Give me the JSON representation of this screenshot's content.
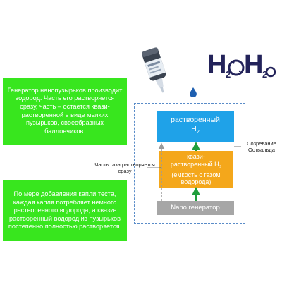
{
  "callouts": {
    "top": "Генератор нанопузырьков производит водород. Часть его растворяется сразу, часть – остается квази-растворенной в виде мелких пузырьков, своеобразных баллончиков.",
    "bottom": "По мере добавления капли теста, каждая капля потребляет немного растворенного водорода, а квази-растворенный водород из пузырьков постепенно полностью растворяется."
  },
  "blocks": {
    "dissolved_text": "растворенный",
    "dissolved_h": "H",
    "dissolved_sub": "2",
    "quasi_line1": "квази-",
    "quasi_line2_text": "растворенный H",
    "quasi_sub": "2",
    "quasi_line3": "(емкость с газом водорода)",
    "nano": "Nano генератор"
  },
  "labels": {
    "left": "Часть газа растворяется сразу",
    "right": "Созревание Оствальда"
  },
  "logo": {
    "h_left": "H",
    "sub_left": "2",
    "h_right": "H",
    "sub_right": "2"
  },
  "colors": {
    "green_box": "#38e61e",
    "dissolved_block": "#1fa2e8",
    "quasi_block": "#f4a71b",
    "nano_block": "#a6a6a6",
    "arrow_green": "#1f9e3c",
    "dashed_border": "#5a8cc8",
    "logo_navy": "#23235a"
  },
  "icons": [
    "dropper-bottle-icon",
    "water-drop-icon",
    "h2-logo-icon"
  ]
}
